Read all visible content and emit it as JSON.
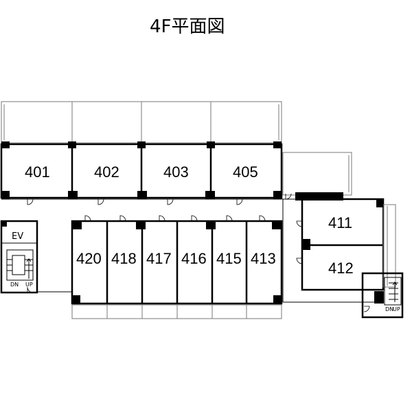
{
  "title": "4F平面図",
  "rooms": {
    "r401": "401",
    "r402": "402",
    "r403": "403",
    "r405": "405",
    "r411": "411",
    "r412": "412",
    "r420": "420",
    "r418": "418",
    "r417": "417",
    "r416": "416",
    "r415": "415",
    "r413": "413"
  },
  "elevator": "EV",
  "stairs": {
    "left_dn": "DN",
    "left_up": "UP",
    "right_dn": "DN",
    "right_up": "UP"
  }
}
